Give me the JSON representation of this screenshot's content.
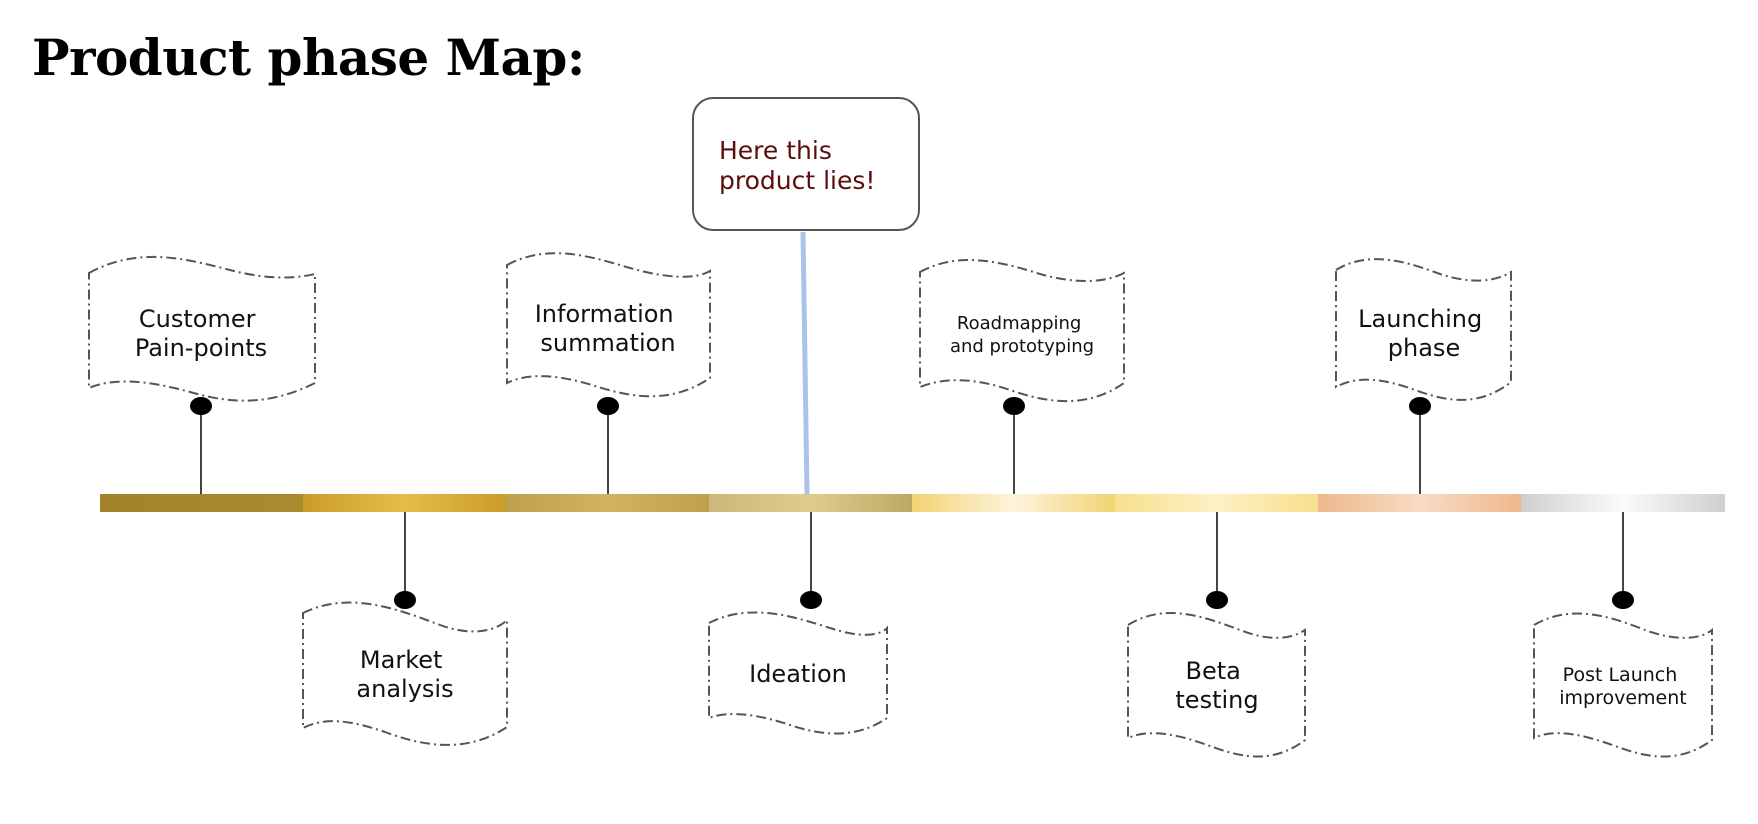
{
  "title": "Product phase Map:",
  "callout": {
    "lines": [
      "Here this",
      "product lies!"
    ]
  },
  "phases": [
    {
      "lines": [
        "Customer",
        "Pain-points"
      ]
    },
    {
      "lines": [
        "Market",
        "analysis"
      ]
    },
    {
      "lines": [
        "Information",
        "summation"
      ]
    },
    {
      "lines": [
        "Ideation"
      ]
    },
    {
      "lines": [
        "Roadmapping",
        "and prototyping"
      ]
    },
    {
      "lines": [
        "Beta",
        "testing"
      ]
    },
    {
      "lines": [
        "Launching",
        "phase"
      ]
    },
    {
      "lines": [
        "Post Launch",
        "improvement"
      ]
    }
  ],
  "colors": {
    "segments": [
      "#a98a2e",
      "#e2b53a",
      "#c9a94e",
      "#d2bd7a",
      "#f6dc86",
      "#fbe7a2",
      "#f1c39b",
      "#dcdcdc"
    ],
    "pointer": "#a9c4e8",
    "callout_text": "#5b0d0d"
  }
}
